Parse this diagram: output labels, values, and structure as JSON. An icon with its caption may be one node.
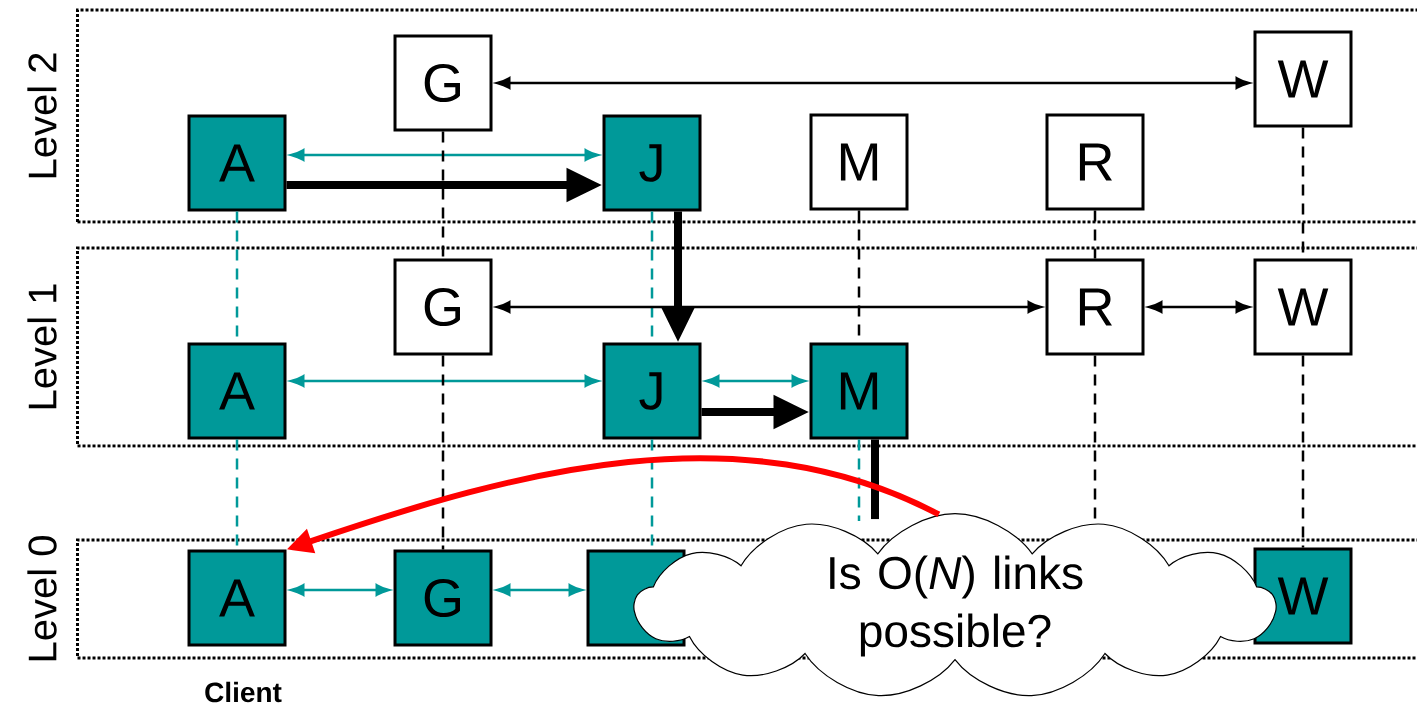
{
  "diagram": {
    "nodes": [
      {
        "text": [
          "Level 2"
        ]
      },
      {
        "text": [
          "G"
        ],
        "in": 0
      },
      {
        "text": [
          "A"
        ],
        "in": 0
      },
      {
        "text": [
          "J"
        ],
        "in": 0
      },
      {
        "text": [
          "M"
        ],
        "in": 0
      },
      {
        "text": [
          "R"
        ],
        "in": 0
      },
      {
        "text": [
          "W"
        ],
        "in": 0
      },
      {
        "text": [
          "Level 1"
        ]
      },
      {
        "text": [
          "G"
        ],
        "in": 7
      },
      {
        "text": [
          "R"
        ],
        "in": 7
      },
      {
        "text": [
          "W"
        ],
        "in": 7
      },
      {
        "text": [
          "A"
        ],
        "in": 7
      },
      {
        "text": [
          "J"
        ],
        "in": 7
      },
      {
        "text": [
          "M"
        ],
        "in": 7
      },
      {
        "text": [
          "Level 0"
        ]
      },
      {
        "text": [
          "A"
        ],
        "in": 14,
        "beside": [
          "Client"
        ]
      },
      {
        "text": [
          "G"
        ],
        "in": 14
      },
      {
        "text": [],
        "shape": "box",
        "in": 14
      },
      {
        "text": [
          "W"
        ],
        "in": 14
      },
      {
        "text": [
          "Is O(*N*) links possible?"
        ]
      }
    ],
    "edges": [
      {
        "from": 1,
        "to": 6,
        "arrow": "both"
      },
      {
        "from": 2,
        "to": 3,
        "arrow": "both",
        "color": "#009999"
      },
      {
        "from": 2,
        "to": 3,
        "arrow": "to",
        "style": "thick"
      },
      {
        "from": 2,
        "to": 11,
        "arrow": "none",
        "style": "dashed",
        "color": "#009999"
      },
      {
        "from": 1,
        "to": 8,
        "arrow": "none",
        "style": "dashed"
      },
      {
        "from": 3,
        "to": 12,
        "arrow": "none",
        "style": "dashed",
        "color": "#009999"
      },
      {
        "from": 3,
        "to": 12,
        "arrow": "to",
        "style": "thick"
      },
      {
        "from": 4,
        "to": 13,
        "arrow": "none",
        "style": "dashed"
      },
      {
        "from": 5,
        "to": 9,
        "arrow": "none",
        "style": "dashed"
      },
      {
        "from": 6,
        "to": 10,
        "arrow": "none",
        "style": "dashed"
      },
      {
        "from": 8,
        "to": 9,
        "arrow": "both"
      },
      {
        "from": 9,
        "to": 10,
        "arrow": "both"
      },
      {
        "from": 11,
        "to": 12,
        "arrow": "both",
        "color": "#009999"
      },
      {
        "from": 12,
        "to": 13,
        "arrow": "both",
        "color": "#009999"
      },
      {
        "from": 12,
        "to": 13,
        "arrow": "to",
        "style": "thick"
      },
      {
        "from": 11,
        "to": 15,
        "arrow": "none",
        "style": "dashed",
        "color": "#009999"
      },
      {
        "from": 8,
        "to": 16,
        "arrow": "none",
        "style": "dashed"
      },
      {
        "from": 12,
        "to": 17,
        "arrow": "none",
        "style": "dashed",
        "color": "#009999"
      },
      {
        "from": 13,
        "to": 19,
        "arrow": "none",
        "style": "dashed",
        "color": "#009999"
      },
      {
        "from": 13,
        "to": 19,
        "arrow": "none",
        "style": "thick"
      },
      {
        "from": 9,
        "to": 19,
        "arrow": "none",
        "style": "dashed"
      },
      {
        "from": 10,
        "to": 18,
        "arrow": "none",
        "style": "dashed"
      },
      {
        "from": 19,
        "to": 15,
        "arrow": "to",
        "style": "thick",
        "color": "#ff0000"
      },
      {
        "from": 15,
        "to": 16,
        "arrow": "both",
        "color": "#009999"
      },
      {
        "from": 16,
        "to": 17,
        "arrow": "both",
        "color": "#009999"
      }
    ]
  }
}
